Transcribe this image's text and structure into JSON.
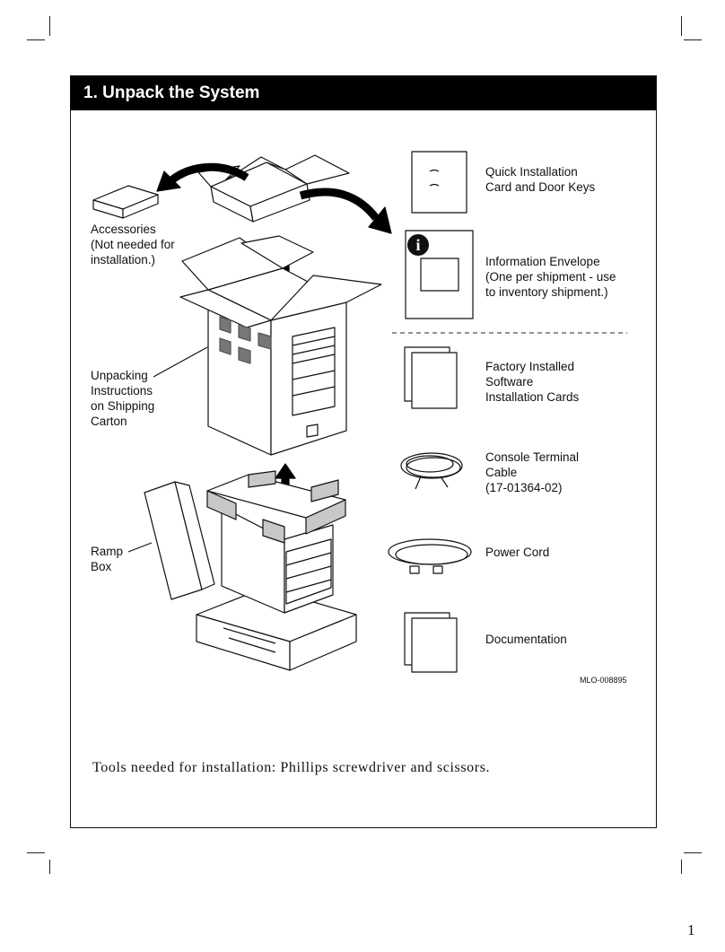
{
  "header": {
    "title": "1. Unpack the System"
  },
  "labels": {
    "accessories": "Accessories\n(Not needed for\ninstallation.)",
    "unpacking": "Unpacking\nInstructions\non Shipping\nCarton",
    "ramp_box": "Ramp\nBox",
    "quick_card": "Quick Installation\nCard and Door Keys",
    "info_envelope": "Information Envelope\n(One per shipment - use\nto inventory shipment.)",
    "factory_software": "Factory Installed\nSoftware\nInstallation Cards",
    "console_cable": "Console Terminal\nCable\n(17-01364-02)",
    "power_cord": "Power Cord",
    "documentation": "Documentation"
  },
  "figure_id": "MLO-008895",
  "tools_note": "Tools needed for installation: Phillips screwdriver and scissors.",
  "page_number": "1",
  "icons": [
    "info-icon"
  ]
}
